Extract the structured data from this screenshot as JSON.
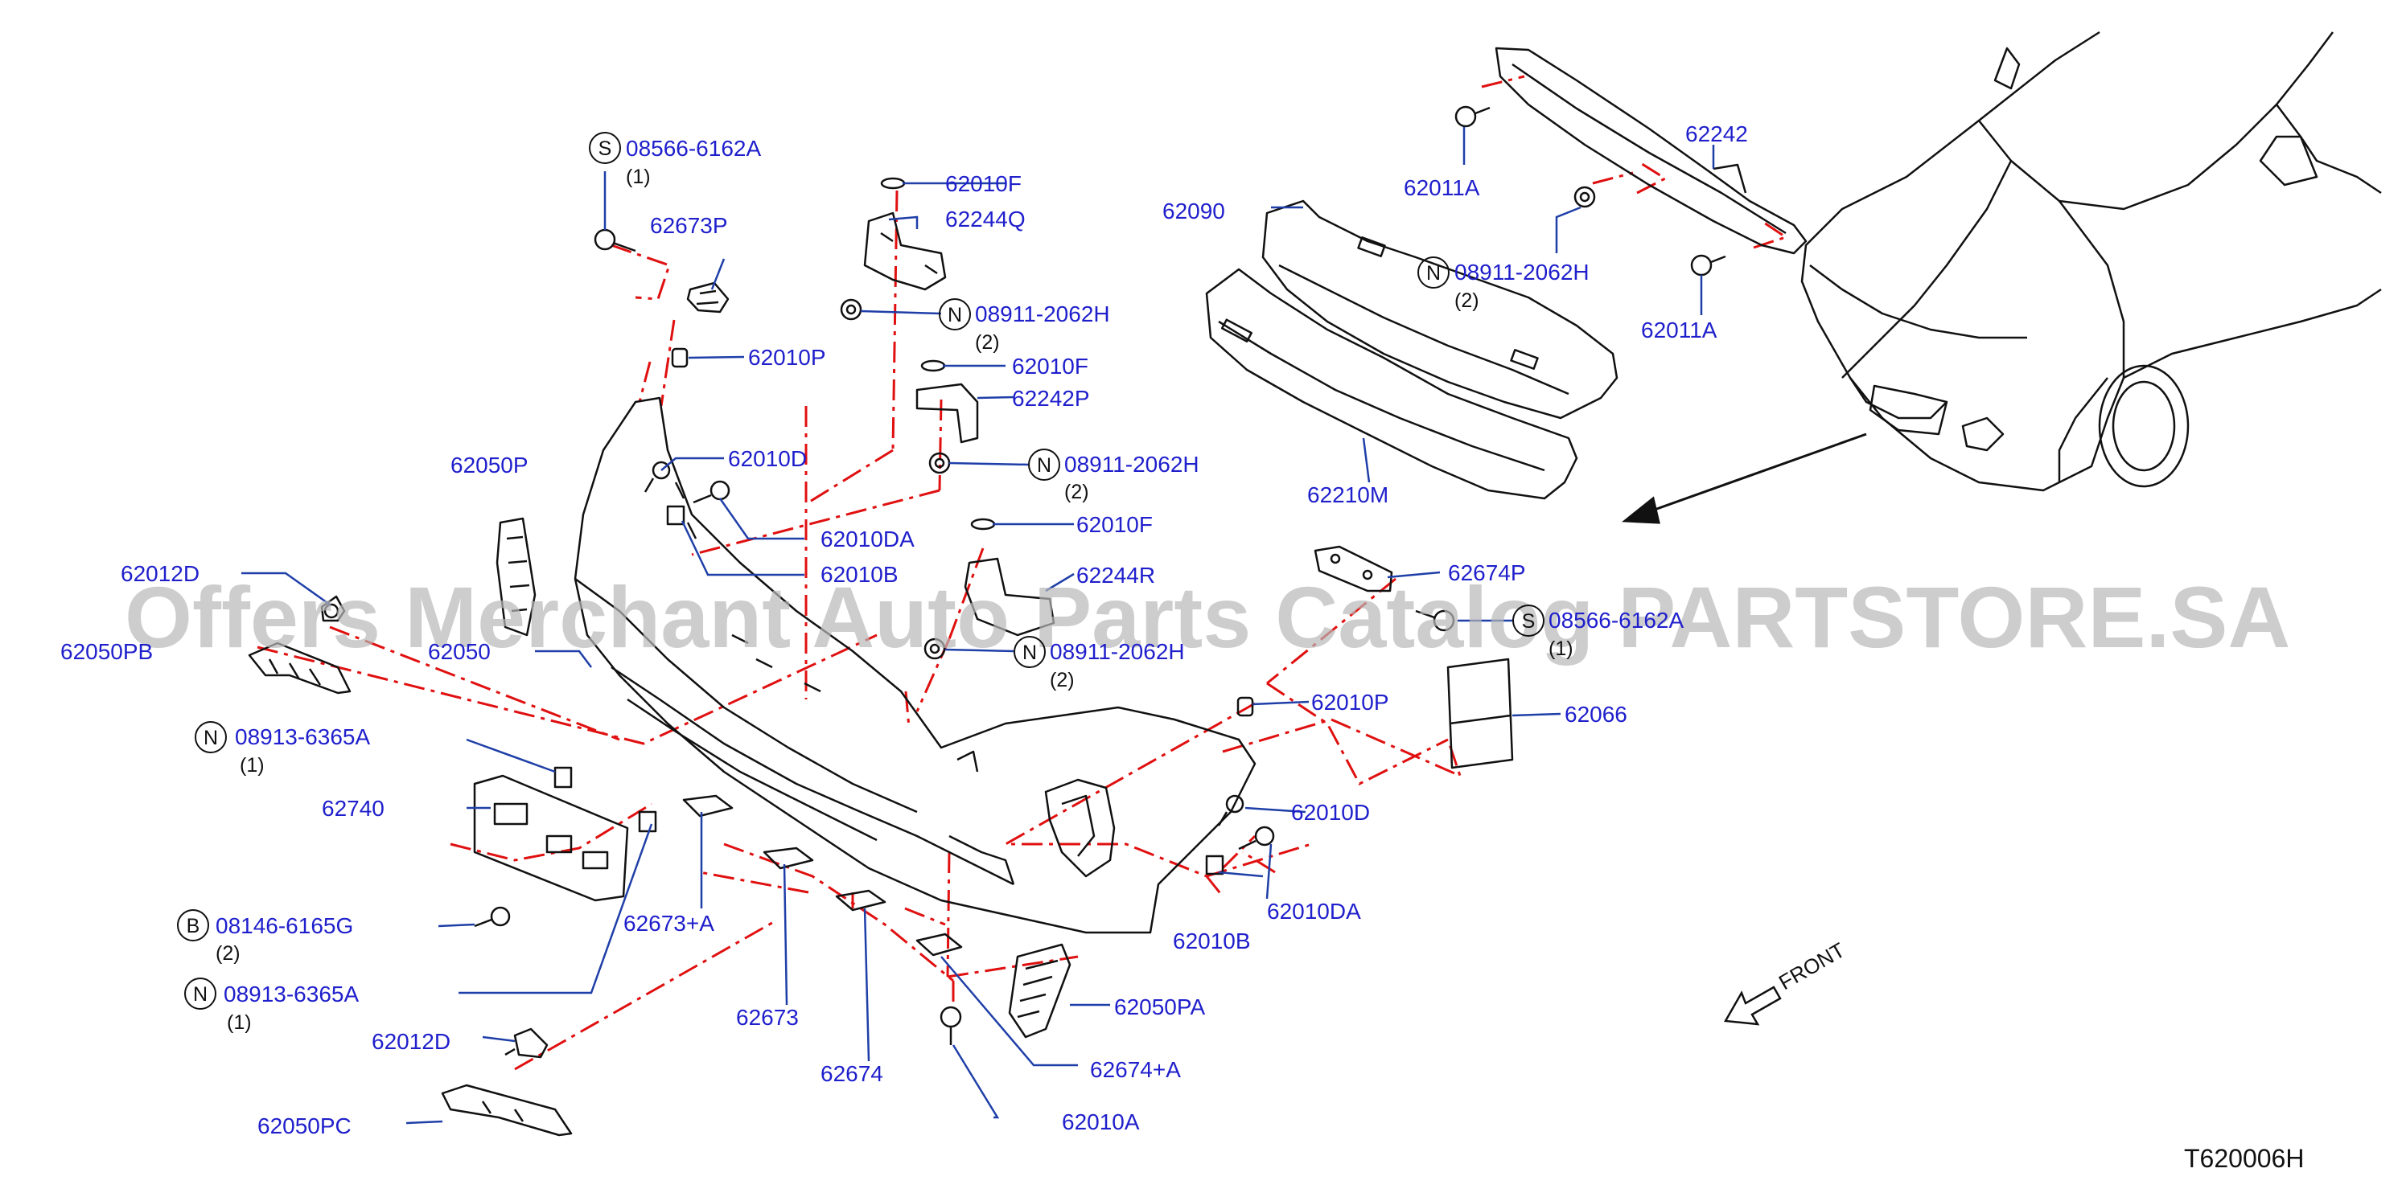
{
  "colors": {
    "label": "#1f1fcc",
    "leader": "#1f3fa8",
    "dash": "#e01010",
    "part": "#111111",
    "watermark": "#b8b8b8",
    "background": "#ffffff"
  },
  "diagram_ref": "T620006H",
  "watermark": "Offers Merchant Auto Parts Catalog PARTSTORE.SA",
  "front_label": "FRONT",
  "parts": {
    "p62050": "62050",
    "p62050P": "62050P",
    "p62050PA": "62050PA",
    "p62050PB": "62050PB",
    "p62050PC": "62050PC",
    "p62012D_top": "62012D",
    "p62012D_bot": "62012D",
    "p62673P": "62673P",
    "p62010P_a": "62010P",
    "p62010P_b": "62010P",
    "p62010D_a": "62010D",
    "p62010D_b": "62010D",
    "p62010DA_a": "62010DA",
    "p62010DA_b": "62010DA",
    "p62010B_a": "62010B",
    "p62010B_b": "62010B",
    "p62010F_a": "62010F",
    "p62010F_b": "62010F",
    "p62010F_c": "62010F",
    "p62244Q": "62244Q",
    "p62242P": "62242P",
    "p62244R": "62244R",
    "p62090": "62090",
    "p62210M": "62210M",
    "p62242": "62242",
    "p62011A_a": "62011A",
    "p62011A_b": "62011A",
    "p62674P": "62674P",
    "p62066": "62066",
    "p62740": "62740",
    "p62673A": "62673+A",
    "p62673": "62673",
    "p62674": "62674",
    "p62674A": "62674+A",
    "p62010A": "62010A"
  },
  "fasteners": {
    "s_top": {
      "prefix": "S",
      "part": "08566-6162A",
      "qty": "(1)"
    },
    "s_right": {
      "prefix": "S",
      "part": "08566-6162A",
      "qty": "(1)"
    },
    "n_bracket1": {
      "prefix": "N",
      "part": "08911-2062H",
      "qty": "(2)"
    },
    "n_bracket2": {
      "prefix": "N",
      "part": "08911-2062H",
      "qty": "(2)"
    },
    "n_bracket3": {
      "prefix": "N",
      "part": "08911-2062H",
      "qty": "(2)"
    },
    "n_reinf": {
      "prefix": "N",
      "part": "08911-2062H",
      "qty": "(2)"
    },
    "n_plate1": {
      "prefix": "N",
      "part": "08913-6365A",
      "qty": "(1)"
    },
    "n_plate2": {
      "prefix": "N",
      "part": "08913-6365A",
      "qty": "(1)"
    },
    "b_bolt": {
      "prefix": "B",
      "part": "08146-6165G",
      "qty": "(2)"
    }
  }
}
